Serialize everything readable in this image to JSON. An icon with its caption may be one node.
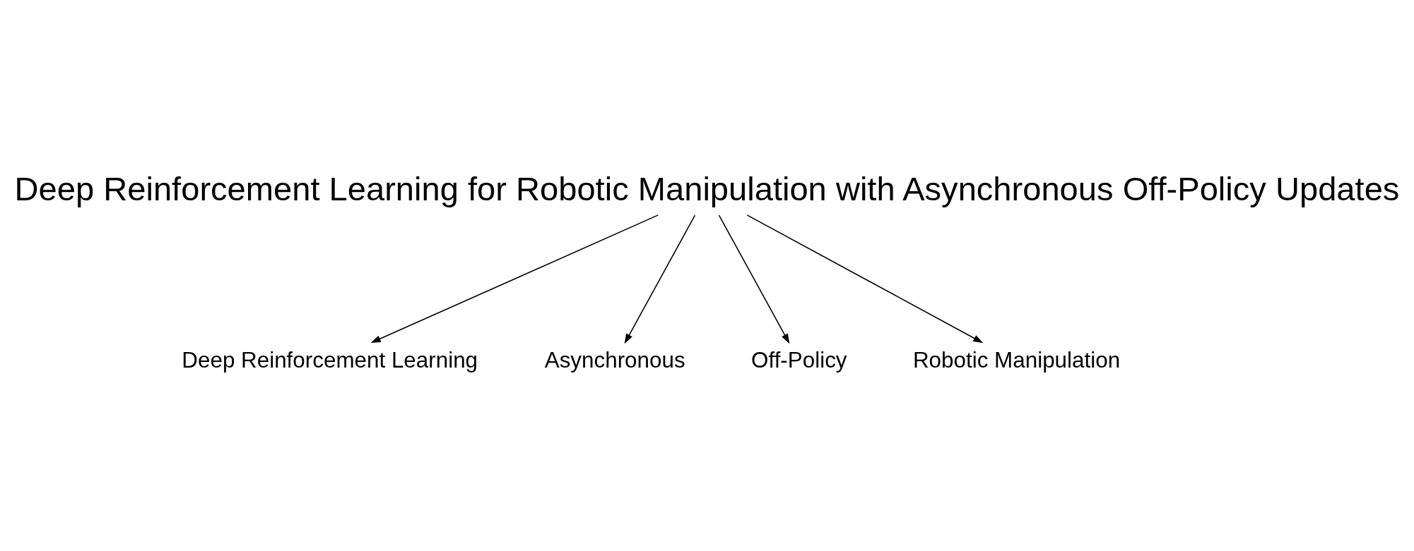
{
  "diagram": {
    "nodes": [
      {
        "text": [
          "Deep Reinforcement Learning for Robotic Manipulation with Asynchronous Off-Policy Updates"
        ]
      },
      {
        "text": [
          "Deep Reinforcement Learning"
        ]
      },
      {
        "text": [
          "Asynchronous"
        ]
      },
      {
        "text": [
          "Off-Policy"
        ]
      },
      {
        "text": [
          "Robotic Manipulation"
        ]
      }
    ],
    "edges": [
      {
        "from": 0,
        "to": 1,
        "arrow": "to"
      },
      {
        "from": 0,
        "to": 2,
        "arrow": "to"
      },
      {
        "from": 0,
        "to": 3,
        "arrow": "to"
      },
      {
        "from": 0,
        "to": 4,
        "arrow": "to"
      }
    ]
  }
}
